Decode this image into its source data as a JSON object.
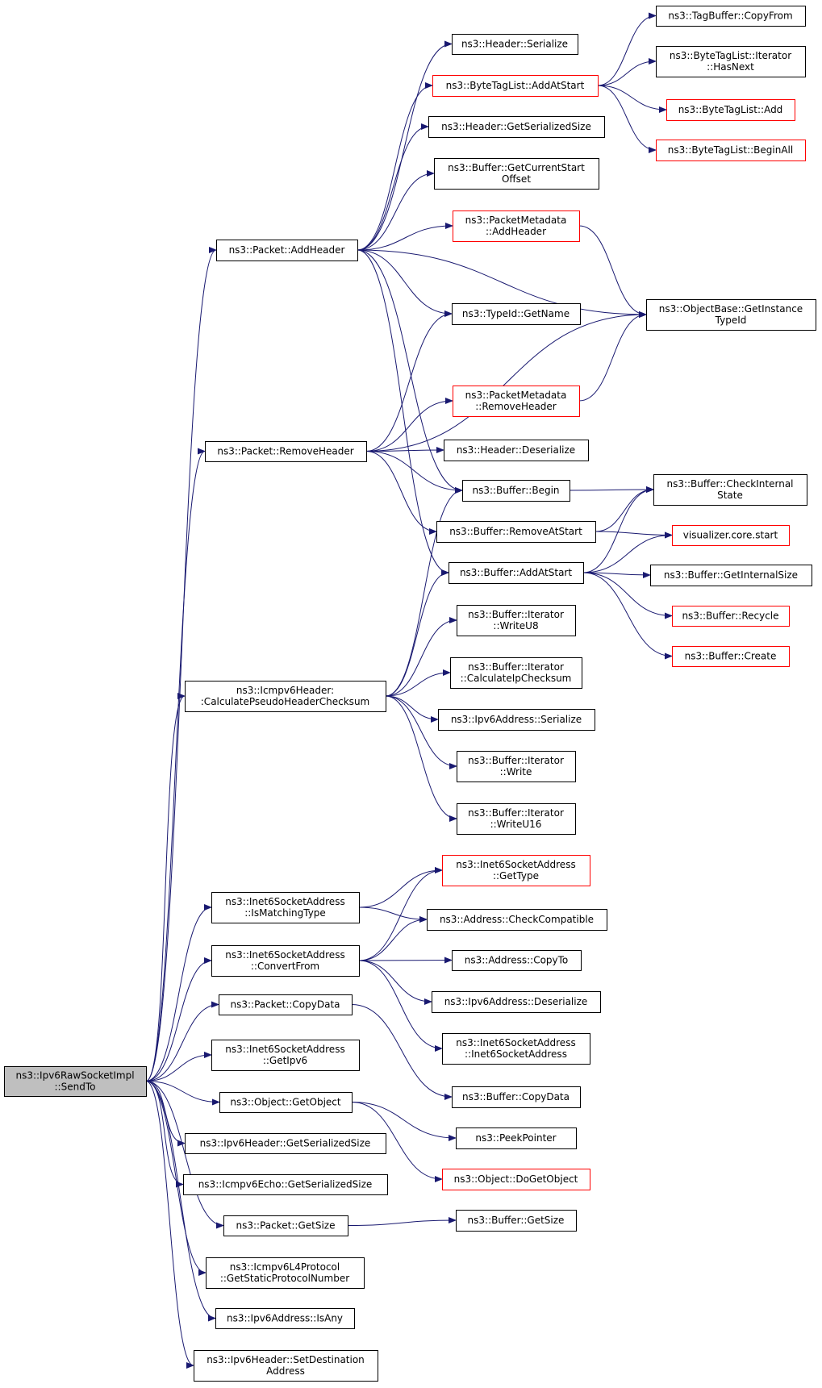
{
  "colors": {
    "edge": "#191970",
    "node_fill": "#ffffff",
    "node_border": "#000000",
    "node_border_truncated": "#ff0000",
    "root_fill": "#bfbfbf",
    "root_border": "#000000"
  },
  "nodes": [
    {
      "id": "root",
      "lines": [
        "ns3::Ipv6RawSocketImpl",
        "::SendTo"
      ],
      "style": "root"
    },
    {
      "id": "addHeader",
      "lines": [
        "ns3::Packet::AddHeader"
      ],
      "style": "normal"
    },
    {
      "id": "removeHeader",
      "lines": [
        "ns3::Packet::RemoveHeader"
      ],
      "style": "normal"
    },
    {
      "id": "calcPseudo",
      "lines": [
        "ns3::Icmpv6Header:",
        ":CalculatePseudoHeaderChecksum"
      ],
      "style": "normal"
    },
    {
      "id": "isMatching",
      "lines": [
        "ns3::Inet6SocketAddress",
        "::IsMatchingType"
      ],
      "style": "normal"
    },
    {
      "id": "convertFrom",
      "lines": [
        "ns3::Inet6SocketAddress",
        "::ConvertFrom"
      ],
      "style": "normal"
    },
    {
      "id": "copyData",
      "lines": [
        "ns3::Packet::CopyData"
      ],
      "style": "normal"
    },
    {
      "id": "getIpv6",
      "lines": [
        "ns3::Inet6SocketAddress",
        "::GetIpv6"
      ],
      "style": "normal"
    },
    {
      "id": "getObject",
      "lines": [
        "ns3::Object::GetObject"
      ],
      "style": "normal"
    },
    {
      "id": "ipv6HdrSize",
      "lines": [
        "ns3::Ipv6Header::GetSerializedSize"
      ],
      "style": "normal"
    },
    {
      "id": "echoSize",
      "lines": [
        "ns3::Icmpv6Echo::GetSerializedSize"
      ],
      "style": "normal"
    },
    {
      "id": "pktGetSize",
      "lines": [
        "ns3::Packet::GetSize"
      ],
      "style": "normal"
    },
    {
      "id": "staticProto",
      "lines": [
        "ns3::Icmpv6L4Protocol",
        "::GetStaticProtocolNumber"
      ],
      "style": "normal"
    },
    {
      "id": "isAny",
      "lines": [
        "ns3::Ipv6Address::IsAny"
      ],
      "style": "normal"
    },
    {
      "id": "setDest",
      "lines": [
        "ns3::Ipv6Header::SetDestination",
        "Address"
      ],
      "style": "normal"
    },
    {
      "id": "hdrSerialize",
      "lines": [
        "ns3::Header::Serialize"
      ],
      "style": "normal"
    },
    {
      "id": "btlAddAtStart",
      "lines": [
        "ns3::ByteTagList::AddAtStart"
      ],
      "style": "truncated"
    },
    {
      "id": "hdrGetSize",
      "lines": [
        "ns3::Header::GetSerializedSize"
      ],
      "style": "normal"
    },
    {
      "id": "bufCurStart",
      "lines": [
        "ns3::Buffer::GetCurrentStart",
        "Offset"
      ],
      "style": "normal"
    },
    {
      "id": "pmAddHeader",
      "lines": [
        "ns3::PacketMetadata",
        "::AddHeader"
      ],
      "style": "truncated"
    },
    {
      "id": "typeIdName",
      "lines": [
        "ns3::TypeId::GetName"
      ],
      "style": "normal"
    },
    {
      "id": "pmRemoveHeader",
      "lines": [
        "ns3::PacketMetadata",
        "::RemoveHeader"
      ],
      "style": "truncated"
    },
    {
      "id": "hdrDeserialize",
      "lines": [
        "ns3::Header::Deserialize"
      ],
      "style": "normal"
    },
    {
      "id": "bufBegin",
      "lines": [
        "ns3::Buffer::Begin"
      ],
      "style": "normal"
    },
    {
      "id": "bufRemoveAtStart",
      "lines": [
        "ns3::Buffer::RemoveAtStart"
      ],
      "style": "normal"
    },
    {
      "id": "bufAddAtStart",
      "lines": [
        "ns3::Buffer::AddAtStart"
      ],
      "style": "normal"
    },
    {
      "id": "itWriteU8",
      "lines": [
        "ns3::Buffer::Iterator",
        "::WriteU8"
      ],
      "style": "normal"
    },
    {
      "id": "itCalcIp",
      "lines": [
        "ns3::Buffer::Iterator",
        "::CalculateIpChecksum"
      ],
      "style": "normal"
    },
    {
      "id": "ipv6Serialize",
      "lines": [
        "ns3::Ipv6Address::Serialize"
      ],
      "style": "normal"
    },
    {
      "id": "itWrite",
      "lines": [
        "ns3::Buffer::Iterator",
        "::Write"
      ],
      "style": "normal"
    },
    {
      "id": "itWriteU16",
      "lines": [
        "ns3::Buffer::Iterator",
        "::WriteU16"
      ],
      "style": "normal"
    },
    {
      "id": "inet6GetType",
      "lines": [
        "ns3::Inet6SocketAddress",
        "::GetType"
      ],
      "style": "truncated"
    },
    {
      "id": "addrCheckCompat",
      "lines": [
        "ns3::Address::CheckCompatible"
      ],
      "style": "normal"
    },
    {
      "id": "addrCopyTo",
      "lines": [
        "ns3::Address::CopyTo"
      ],
      "style": "normal"
    },
    {
      "id": "ipv6Deserialize",
      "lines": [
        "ns3::Ipv6Address::Deserialize"
      ],
      "style": "normal"
    },
    {
      "id": "inet6Ctor",
      "lines": [
        "ns3::Inet6SocketAddress",
        "::Inet6SocketAddress"
      ],
      "style": "normal"
    },
    {
      "id": "bufCopyData",
      "lines": [
        "ns3::Buffer::CopyData"
      ],
      "style": "normal"
    },
    {
      "id": "peekPointer",
      "lines": [
        "ns3::PeekPointer"
      ],
      "style": "normal"
    },
    {
      "id": "doGetObject",
      "lines": [
        "ns3::Object::DoGetObject"
      ],
      "style": "truncated"
    },
    {
      "id": "bufGetSize",
      "lines": [
        "ns3::Buffer::GetSize"
      ],
      "style": "normal"
    },
    {
      "id": "tagBufCopyFrom",
      "lines": [
        "ns3::TagBuffer::CopyFrom"
      ],
      "style": "normal"
    },
    {
      "id": "btlHasNext",
      "lines": [
        "ns3::ByteTagList::Iterator",
        "::HasNext"
      ],
      "style": "normal"
    },
    {
      "id": "btlAdd",
      "lines": [
        "ns3::ByteTagList::Add"
      ],
      "style": "truncated"
    },
    {
      "id": "btlBeginAll",
      "lines": [
        "ns3::ByteTagList::BeginAll"
      ],
      "style": "truncated"
    },
    {
      "id": "objBaseTypeId",
      "lines": [
        "ns3::ObjectBase::GetInstance",
        "TypeId"
      ],
      "style": "normal"
    },
    {
      "id": "bufCheckInternal",
      "lines": [
        "ns3::Buffer::CheckInternal",
        "State"
      ],
      "style": "normal"
    },
    {
      "id": "vizStart",
      "lines": [
        "visualizer.core.start"
      ],
      "style": "truncated"
    },
    {
      "id": "bufInternalSize",
      "lines": [
        "ns3::Buffer::GetInternalSize"
      ],
      "style": "normal"
    },
    {
      "id": "bufRecycle",
      "lines": [
        "ns3::Buffer::Recycle"
      ],
      "style": "truncated"
    },
    {
      "id": "bufCreate",
      "lines": [
        "ns3::Buffer::Create"
      ],
      "style": "truncated"
    }
  ],
  "edges": [
    [
      "root",
      "addHeader"
    ],
    [
      "root",
      "removeHeader"
    ],
    [
      "root",
      "calcPseudo"
    ],
    [
      "root",
      "isMatching"
    ],
    [
      "root",
      "convertFrom"
    ],
    [
      "root",
      "copyData"
    ],
    [
      "root",
      "getIpv6"
    ],
    [
      "root",
      "getObject"
    ],
    [
      "root",
      "ipv6HdrSize"
    ],
    [
      "root",
      "echoSize"
    ],
    [
      "root",
      "pktGetSize"
    ],
    [
      "root",
      "staticProto"
    ],
    [
      "root",
      "isAny"
    ],
    [
      "root",
      "setDest"
    ],
    [
      "addHeader",
      "hdrSerialize"
    ],
    [
      "addHeader",
      "btlAddAtStart"
    ],
    [
      "addHeader",
      "hdrGetSize"
    ],
    [
      "addHeader",
      "bufCurStart"
    ],
    [
      "addHeader",
      "pmAddHeader"
    ],
    [
      "addHeader",
      "typeIdName"
    ],
    [
      "addHeader",
      "objBaseTypeId"
    ],
    [
      "addHeader",
      "bufBegin"
    ],
    [
      "addHeader",
      "bufAddAtStart"
    ],
    [
      "btlAddAtStart",
      "tagBufCopyFrom"
    ],
    [
      "btlAddAtStart",
      "btlHasNext"
    ],
    [
      "btlAddAtStart",
      "btlAdd"
    ],
    [
      "btlAddAtStart",
      "btlBeginAll"
    ],
    [
      "pmAddHeader",
      "objBaseTypeId"
    ],
    [
      "pmRemoveHeader",
      "objBaseTypeId"
    ],
    [
      "removeHeader",
      "typeIdName"
    ],
    [
      "removeHeader",
      "objBaseTypeId"
    ],
    [
      "removeHeader",
      "pmRemoveHeader"
    ],
    [
      "removeHeader",
      "hdrDeserialize"
    ],
    [
      "removeHeader",
      "bufBegin"
    ],
    [
      "removeHeader",
      "bufRemoveAtStart"
    ],
    [
      "bufBegin",
      "bufCheckInternal"
    ],
    [
      "bufRemoveAtStart",
      "bufCheckInternal"
    ],
    [
      "bufRemoveAtStart",
      "vizStart"
    ],
    [
      "bufAddAtStart",
      "bufCheckInternal"
    ],
    [
      "bufAddAtStart",
      "vizStart"
    ],
    [
      "bufAddAtStart",
      "bufInternalSize"
    ],
    [
      "bufAddAtStart",
      "bufRecycle"
    ],
    [
      "bufAddAtStart",
      "bufCreate"
    ],
    [
      "calcPseudo",
      "bufBegin"
    ],
    [
      "calcPseudo",
      "bufAddAtStart"
    ],
    [
      "calcPseudo",
      "itWriteU8"
    ],
    [
      "calcPseudo",
      "itCalcIp"
    ],
    [
      "calcPseudo",
      "ipv6Serialize"
    ],
    [
      "calcPseudo",
      "itWrite"
    ],
    [
      "calcPseudo",
      "itWriteU16"
    ],
    [
      "isMatching",
      "inet6GetType"
    ],
    [
      "isMatching",
      "addrCheckCompat"
    ],
    [
      "convertFrom",
      "inet6GetType"
    ],
    [
      "convertFrom",
      "addrCheckCompat"
    ],
    [
      "convertFrom",
      "addrCopyTo"
    ],
    [
      "convertFrom",
      "ipv6Deserialize"
    ],
    [
      "convertFrom",
      "inet6Ctor"
    ],
    [
      "copyData",
      "bufCopyData"
    ],
    [
      "getObject",
      "peekPointer"
    ],
    [
      "getObject",
      "doGetObject"
    ],
    [
      "pktGetSize",
      "bufGetSize"
    ]
  ]
}
